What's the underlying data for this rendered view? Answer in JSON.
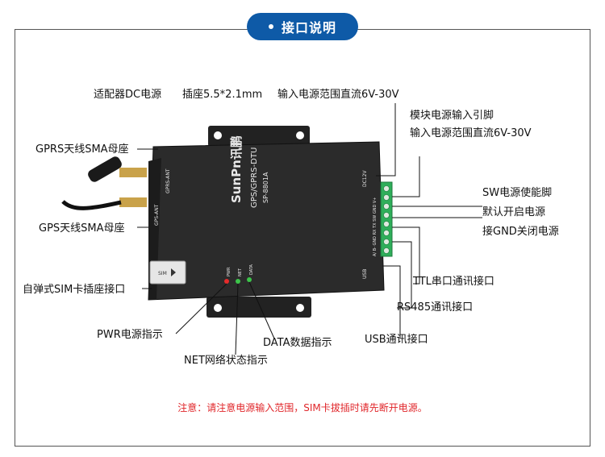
{
  "header": {
    "title": "接口说明"
  },
  "labels": {
    "dc_adapter": "适配器DC电源",
    "socket": "插座5.5*2.1mm",
    "input_range_top": "输入电源范围直流6V-30V",
    "module_pin": "模块电源输入引脚",
    "input_range_right": "输入电源范围直流6V-30V",
    "gprs_antenna": "GPRS天线SMA母座",
    "gps_antenna": "GPS天线SMA母座",
    "sw_pin": "SW电源使能脚",
    "default_on": "默认开启电源",
    "gnd_off": "接GND关闭电源",
    "sim_slot": "自弹式SIM卡插座接口",
    "ttl": "TTL串口通讯接口",
    "rs485": "RS485通讯接口",
    "pwr": "PWR电源指示",
    "data": "DATA数据指示",
    "usb": "USB通讯接口",
    "net": "NET网络状态指示"
  },
  "device": {
    "brand": "SunPn讯鹏",
    "model": "GPS/GPRS-DTU",
    "part_no": "SP-8801A",
    "port_gps": "GPS-ANT",
    "port_gprs": "GPRS-ANT",
    "port_dc": "DC12V",
    "port_usb": "USB",
    "sim_tag": "SIM",
    "terminal_pins": "A/ B- GND RX TX SW GND V+",
    "led_pwr": "PWR",
    "led_net": "NET",
    "led_data": "DATA"
  },
  "footer": {
    "note": "注意：请注意电源输入范围，SIM卡拔插时请先断开电源。"
  },
  "colors": {
    "accent": "#0e5aa7",
    "warning": "#e0262a",
    "terminal": "#2fae5a",
    "led_red": "#e52b2b",
    "led_green": "#3cc44a"
  }
}
